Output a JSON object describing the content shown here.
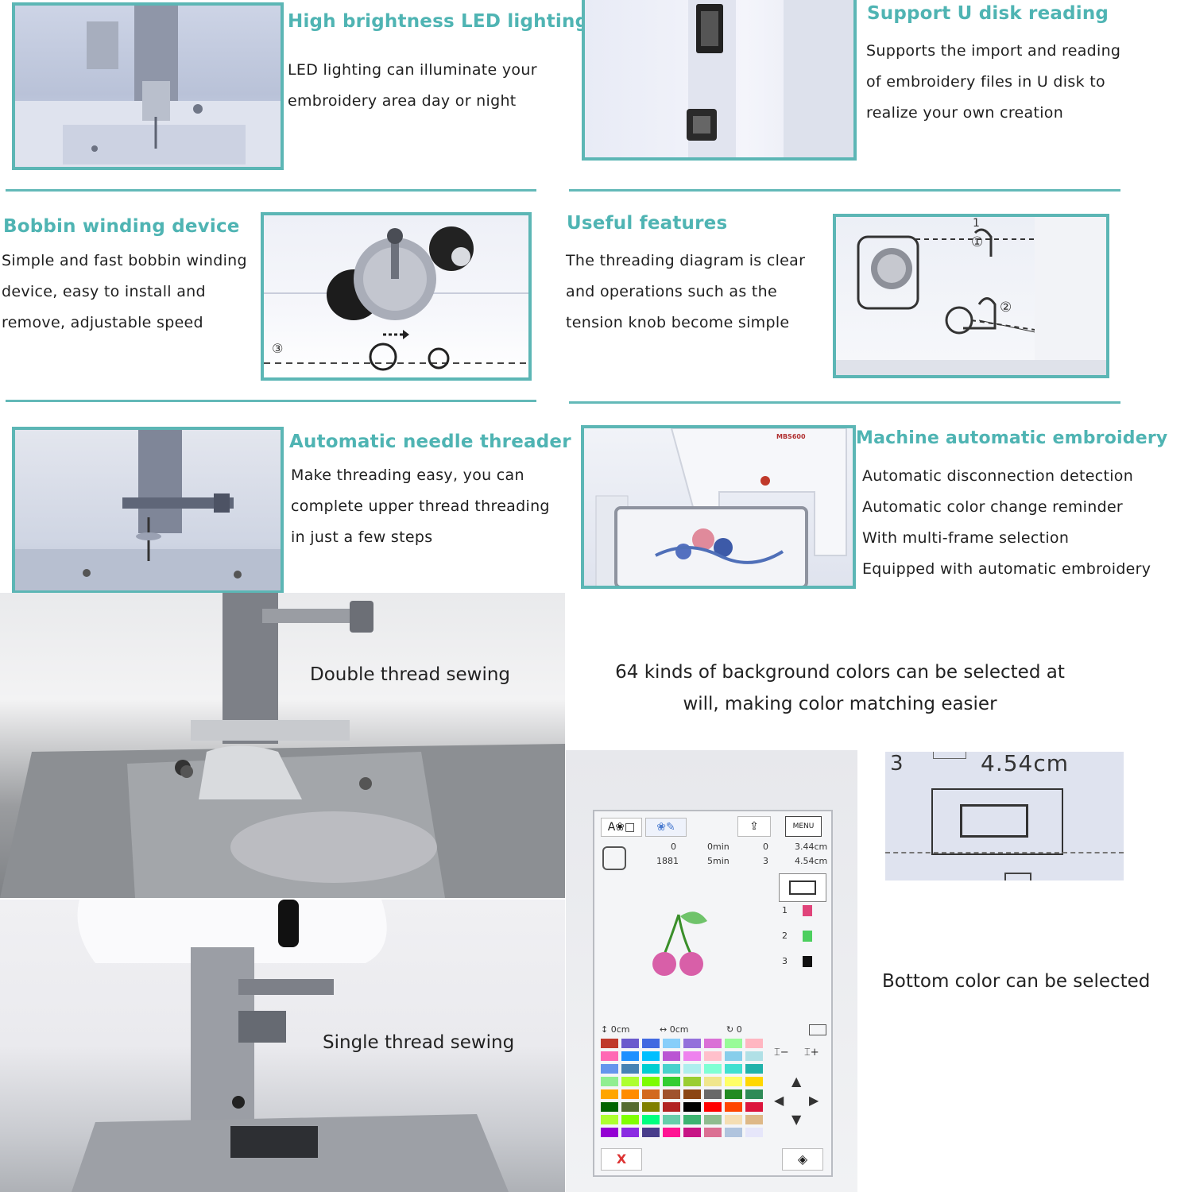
{
  "sections": {
    "led": {
      "title": "High brightness LED lighting",
      "lines": [
        "LED lighting can illuminate your",
        "embroidery area day or night"
      ]
    },
    "usb": {
      "title": "Support U disk reading",
      "lines": [
        "Supports the import and reading",
        "of embroidery files in U disk to",
        "realize your own creation"
      ]
    },
    "bobbin": {
      "title": "Bobbin winding device",
      "lines": [
        "Simple and fast bobbin winding",
        "device, easy to install and",
        "remove, adjustable speed"
      ]
    },
    "useful": {
      "title": "Useful features",
      "lines": [
        "The threading diagram is clear",
        "and operations such as the",
        "tension knob become simple"
      ]
    },
    "threader": {
      "title": "Automatic needle threader",
      "lines": [
        "Make threading easy, you can",
        "complete upper thread threading",
        "in just a few steps"
      ]
    },
    "embroidery": {
      "title": "Machine automatic embroidery",
      "lines": [
        "Automatic disconnection detection",
        "Automatic color change reminder",
        "With multi-frame selection",
        "Equipped with automatic embroidery"
      ]
    }
  },
  "captions": {
    "double": "Double thread sewing",
    "single": "Single thread sewing",
    "colors_line1": "64 kinds of background colors can be selected at",
    "colors_line2": "will, making color matching easier",
    "bottom": "Bottom color can be selected"
  },
  "diagram_labels": {
    "bobbin_step": "③",
    "thread_step1": "①",
    "thread_step2": "②",
    "thread_num": "1"
  },
  "lcd": {
    "stitch_top": "0",
    "stitch_bottom": "1881",
    "time_top": "0min",
    "time_bottom": "5min",
    "color_top": "0",
    "color_bottom": "3",
    "size_w": "3.44cm",
    "size_h": "4.54cm",
    "offset_y": "0cm",
    "offset_x": "0cm",
    "rotation": "0",
    "color_list": [
      "1",
      "2",
      "3"
    ],
    "menu_label": "MENU",
    "cancel_label": "X"
  },
  "zoom": {
    "number": "3",
    "size": "4.54cm"
  },
  "machine_label": "MBS600",
  "colors": {
    "accent": "#4fb4b3",
    "frame": "#5cb6b5",
    "palette": [
      "#c0392b",
      "#6a5acd",
      "#4169e1",
      "#87cefa",
      "#9370db",
      "#da70d6",
      "#98fb98",
      "#ffb6c1",
      "#ff69b4",
      "#1e90ff",
      "#00bfff",
      "#ba55d3",
      "#ee82ee",
      "#ffc0cb",
      "#87ceeb",
      "#b0e0e6",
      "#6495ed",
      "#4682b4",
      "#00ced1",
      "#48d1cc",
      "#afeeee",
      "#7fffd4",
      "#40e0d0",
      "#20b2aa",
      "#90ee90",
      "#adff2f",
      "#7cfc00",
      "#32cd32",
      "#9acd32",
      "#f0e68c",
      "#ffff66",
      "#ffd700",
      "#ffa500",
      "#ff8c00",
      "#d2691e",
      "#a0522d",
      "#8b4513",
      "#696969",
      "#228b22",
      "#2e8b57",
      "#006400",
      "#556b2f",
      "#808000",
      "#b22222",
      "#000000",
      "#ff0000",
      "#ff4500",
      "#dc143c",
      "#adff2f",
      "#7fff00",
      "#00ff7f",
      "#66cdaa",
      "#3cb371",
      "#8fbc8f",
      "#f5deb3",
      "#deb887",
      "#9400d3",
      "#8a2be2",
      "#483d8b",
      "#ff1493",
      "#c71585",
      "#db7093",
      "#b0c4de",
      "#e6e6fa"
    ]
  }
}
